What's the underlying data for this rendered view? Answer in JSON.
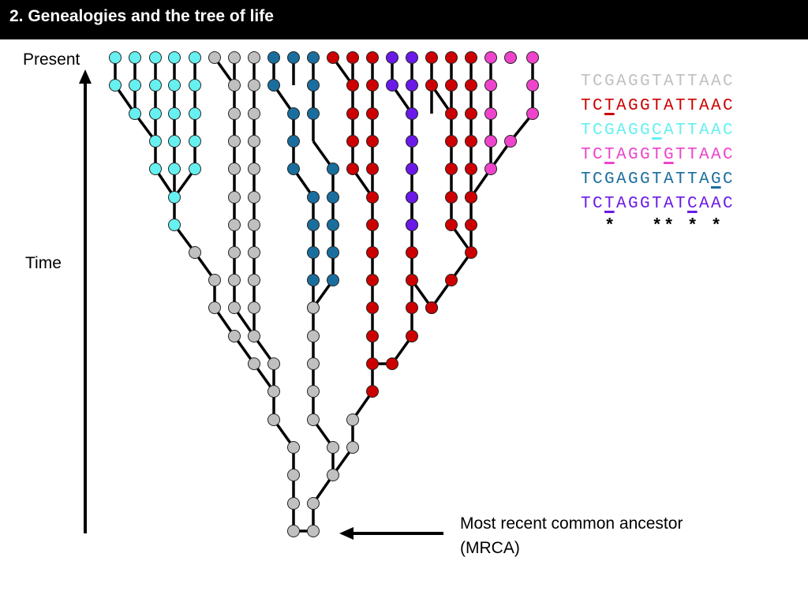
{
  "title": "2.  Genealogies and the tree of life",
  "labels": {
    "present": "Present",
    "time": "Time",
    "mrca_line1": "Most recent common ancestor",
    "mrca_line2": "(MRCA)"
  },
  "colors": {
    "gray": "#c0c0c0",
    "cyan": "#66f0f0",
    "darkblue": "#1a6e9e",
    "red": "#cc0000",
    "purple": "#6a1ae8",
    "magenta": "#ee44cc",
    "black": "#000000"
  },
  "sequences": [
    {
      "text": "TCGAGGTATTAAC",
      "color": "#c0c0c0",
      "mutations": []
    },
    {
      "text": "TCTAGGTATTAAC",
      "color": "#cc0000",
      "mutations": [
        2
      ]
    },
    {
      "text": "TCGAGGCATTAAC",
      "color": "#66f0f0",
      "mutations": [
        6
      ]
    },
    {
      "text": "TCTAGGTGTTAAC",
      "color": "#ee44cc",
      "mutations": [
        2,
        7
      ]
    },
    {
      "text": "TCGAGGTATTAGC",
      "color": "#1a6e9e",
      "mutations": [
        11
      ]
    },
    {
      "text": "TCTAGGTATCAAC",
      "color": "#6a1ae8",
      "mutations": [
        2,
        9
      ]
    }
  ],
  "variable_sites": "  *   ** * *"
}
